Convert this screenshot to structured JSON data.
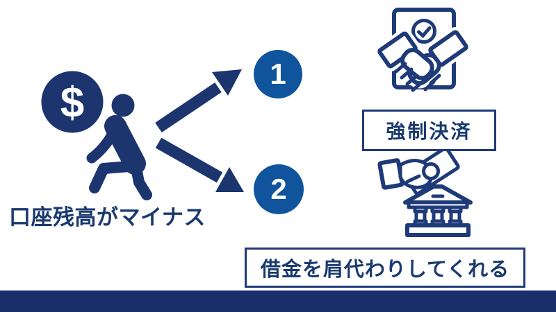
{
  "palette": {
    "background": "#ffffff",
    "navy": "#1d356f",
    "outline": "#1e3a78",
    "badge_blue": "#0f549c",
    "text_navy": "#1a3a6e",
    "box_border": "#1e3a78",
    "bar_navy": "#172e6b"
  },
  "diagram": {
    "source": {
      "label": "口座残高がマイナス",
      "icon": "person-carrying-money-bag-icon",
      "dollar_sign": "$"
    },
    "branches": [
      {
        "number": "1",
        "label": "強制決済",
        "icon": "handshake-contract-icon"
      },
      {
        "number": "2",
        "label": "借金を肩代わりしてくれる",
        "icon": "hand-paying-bank-icon"
      }
    ]
  }
}
